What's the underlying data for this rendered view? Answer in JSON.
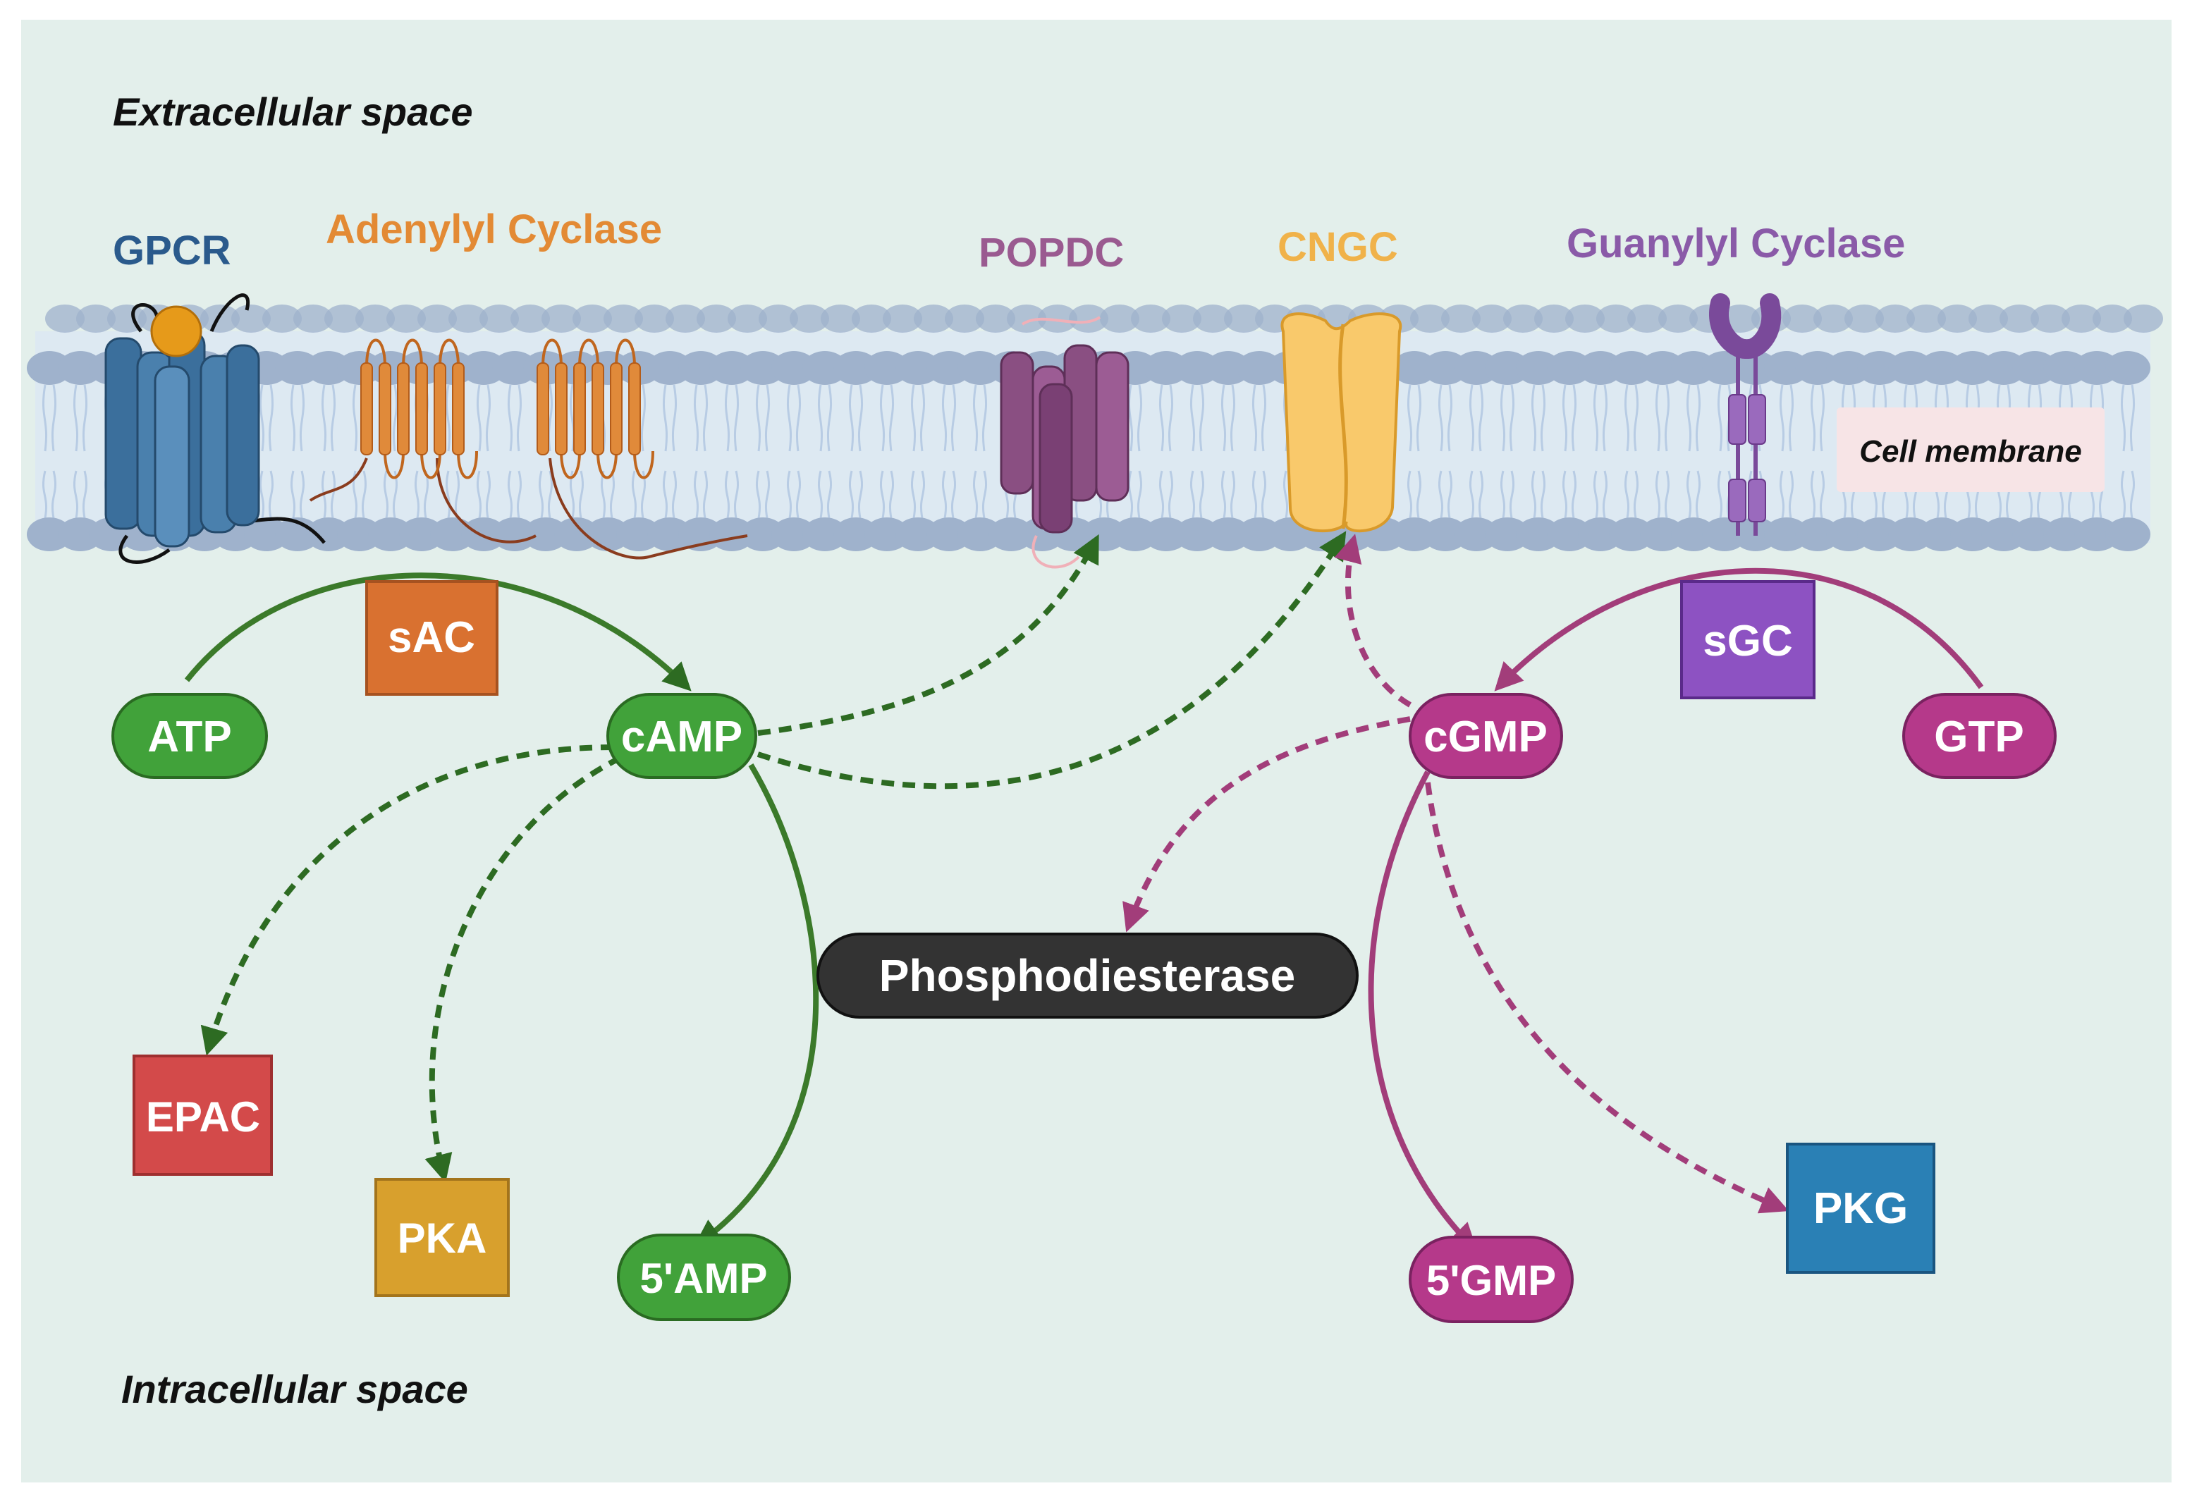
{
  "regions": {
    "extracellular": "Extracellular space",
    "intracellular": "Intracellular space",
    "membrane": "Cell membrane"
  },
  "membrane_proteins": {
    "gpcr": "GPCR",
    "adenylyl_cyclase": "Adenylyl Cyclase",
    "popdc": "POPDC",
    "cngc": "CNGC",
    "guanylyl_cyclase": "Guanylyl Cyclase"
  },
  "nodes": {
    "sac": "sAC",
    "atp": "ATP",
    "camp": "cAMP",
    "epac": "EPAC",
    "pka": "PKA",
    "amp5": "5'AMP",
    "pde": "Phosphodiesterase",
    "sgc": "sGC",
    "cgmp": "cGMP",
    "gtp": "GTP",
    "gmp5": "5'GMP",
    "pkg": "PKG"
  },
  "colors": {
    "background": "#e3efeb",
    "membrane_head": "#9fb2cc",
    "membrane_tail": "#b8cce4",
    "camp_green": "#3f9b3a",
    "camp_arrow": "#2d6b22",
    "cgmp_magenta": "#b5398a",
    "cgmp_arrow": "#a23d7a",
    "gpcr_blue": "#2e5f8a",
    "ac_orange": "#e08a3a",
    "popdc_purple": "#8a4f82",
    "cngc_yellow": "#f6b84a",
    "gc_purple": "#8c5aa8",
    "sac_orange": "#d86f2d",
    "sgc_purple": "#8d52c2",
    "epac_red": "#d04848",
    "pka_gold": "#d8a02d",
    "pkg_blue": "#2a80b5",
    "pde_dark": "#333333"
  }
}
